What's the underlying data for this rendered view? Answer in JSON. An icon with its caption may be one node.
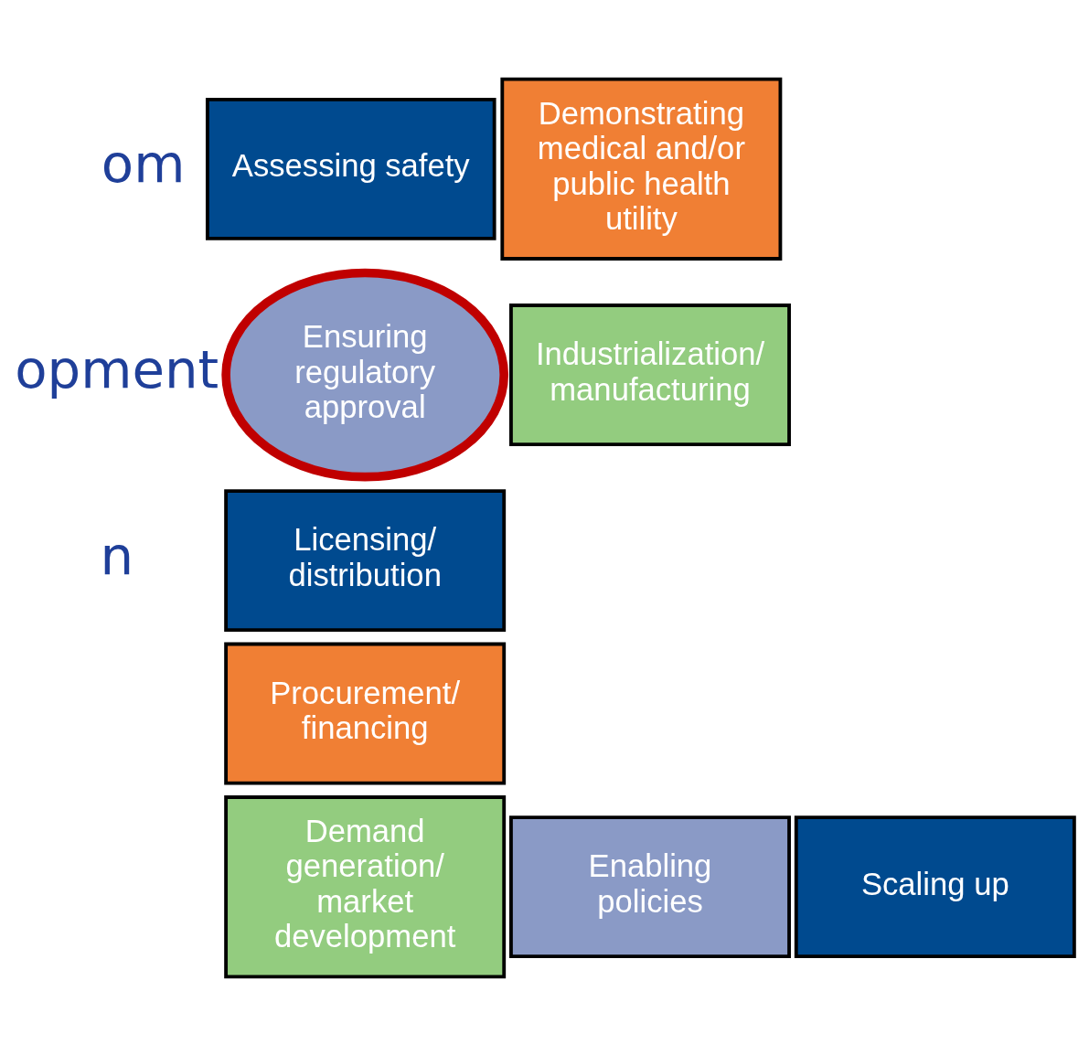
{
  "diagram": {
    "nodes": [
      {
        "text": [
          "Assessing safety"
        ]
      },
      {
        "text": [
          "Demonstrating medical and/or public health utility"
        ]
      },
      {
        "text": [
          "Industrialization/ manufacturing"
        ]
      },
      {
        "text": [
          "Ensuring regulatory approval"
        ]
      },
      {
        "text": [
          "Licensing/ distribution"
        ]
      },
      {
        "text": [
          "Procurement/ financing"
        ]
      },
      {
        "text": [
          "Demand generation/ market development"
        ]
      },
      {
        "text": [
          "Enabling policies"
        ]
      },
      {
        "text": [
          "Scaling up"
        ]
      }
    ],
    "labels": [
      "om",
      "opment",
      "n"
    ]
  }
}
